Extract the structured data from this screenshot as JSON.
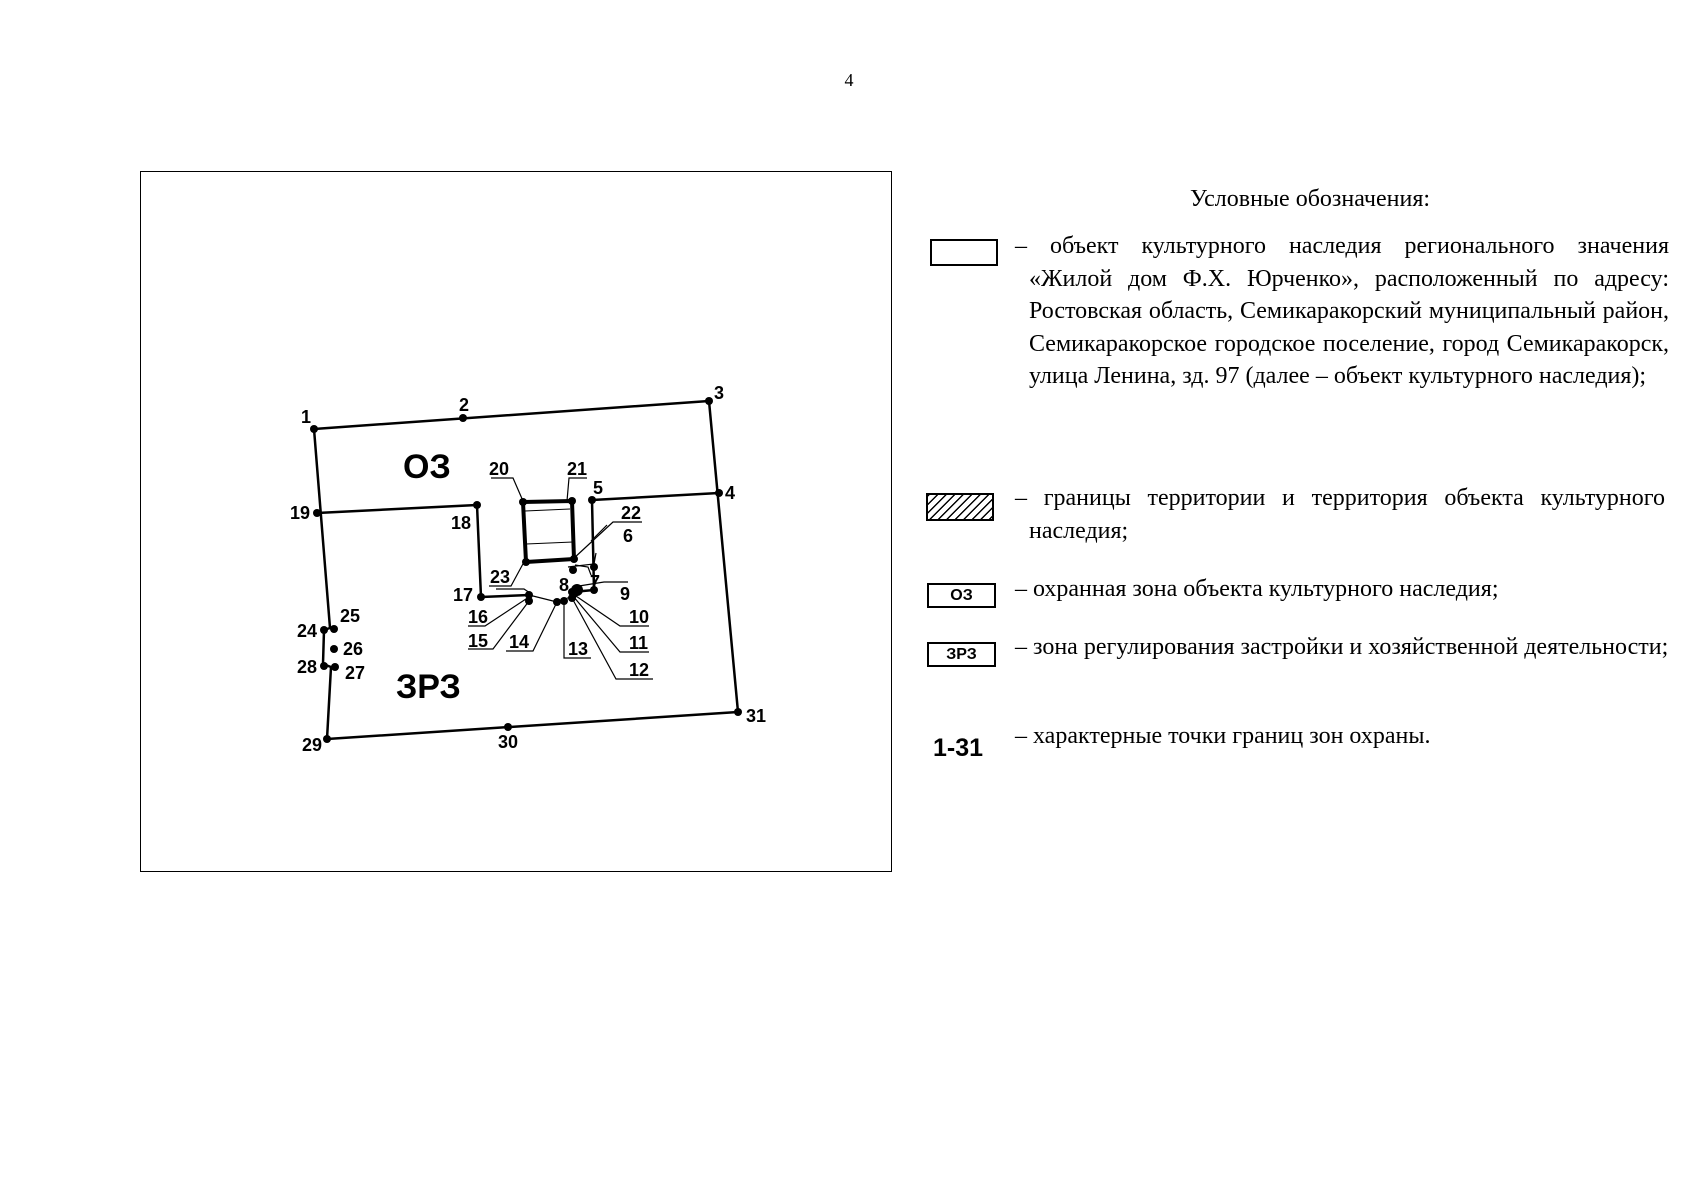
{
  "page_number": "4",
  "map": {
    "zone_labels": {
      "oz": "ОЗ",
      "zrz": "ЗРЗ"
    },
    "points": [
      "1",
      "2",
      "3",
      "4",
      "5",
      "6",
      "7",
      "8",
      "9",
      "10",
      "11",
      "12",
      "13",
      "14",
      "15",
      "16",
      "17",
      "18",
      "19",
      "20",
      "21",
      "22",
      "23",
      "24",
      "25",
      "26",
      "27",
      "28",
      "29",
      "30",
      "31"
    ]
  },
  "legend": {
    "title": "Условные обозначения:",
    "items": [
      {
        "symbol": "",
        "text": "– объект культурного наследия регионального значения «Жилой дом Ф.Х. Юрченко», расположенный по адресу: Ростовская область, Семикаракорский муниципальный район, Семикаракорское городское поселение, город Семикаракорск, улица Ленина, зд. 97 (далее – объект культурного наследия);"
      },
      {
        "symbol": "",
        "text": "– границы территории и территория объекта культурного наследия;"
      },
      {
        "symbol": "ОЗ",
        "text": "– охранная зона объекта культурного наследия;"
      },
      {
        "symbol": "ЗРЗ",
        "text": "– зона регулирования застройки и хозяйственной деятельности;"
      },
      {
        "symbol": "1-31",
        "text": "– характерные точки границ зон охраны."
      }
    ]
  }
}
